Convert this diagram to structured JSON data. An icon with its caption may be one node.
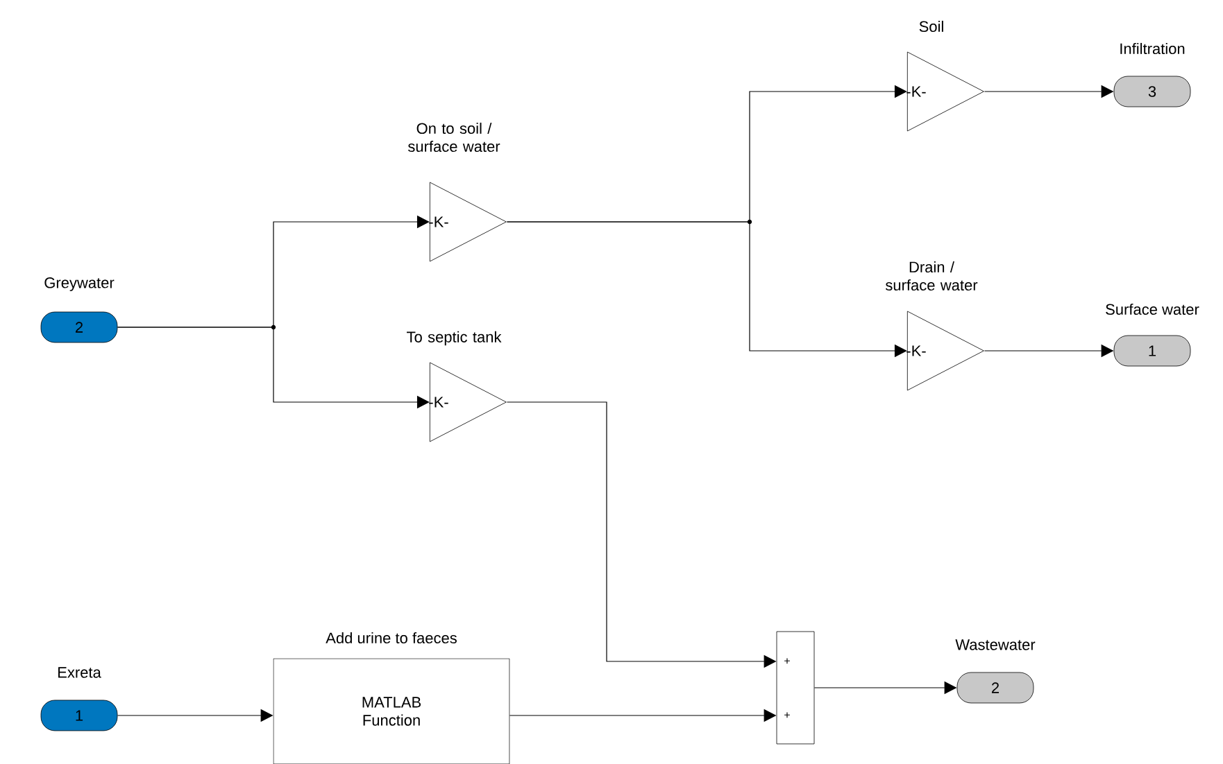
{
  "diagram": {
    "nodes": [
      {
        "text": [
          "Greywater",
          "2"
        ]
      },
      {
        "text": [
          "On to soil  /  surface water",
          "-K-"
        ]
      },
      {
        "text": [
          "To septic tank",
          "-K-"
        ]
      },
      {
        "text": [
          "Soil",
          "-K-"
        ]
      },
      {
        "text": [
          "Drain  / surface water",
          "-K-"
        ]
      },
      {
        "text": [
          "Infiltration",
          "3"
        ]
      },
      {
        "text": [
          "Surface water",
          "1"
        ]
      },
      {
        "text": [
          "Exreta",
          "1"
        ]
      },
      {
        "text": [
          "Add urine to faeces",
          "MATLAB Function"
        ]
      },
      {
        "text": [
          "+",
          "+"
        ]
      },
      {
        "text": [
          "Wastewater",
          "2"
        ]
      }
    ],
    "edges": [
      {
        "from": 0,
        "to": 1,
        "arrow": "to"
      },
      {
        "from": 0,
        "to": 2,
        "arrow": "to"
      },
      {
        "from": 1,
        "to": 3,
        "arrow": "to"
      },
      {
        "from": 1,
        "to": 4,
        "arrow": "to"
      },
      {
        "from": 3,
        "to": 5,
        "arrow": "to"
      },
      {
        "from": 4,
        "to": 6,
        "arrow": "to"
      },
      {
        "from": 2,
        "to": 9,
        "arrow": "to"
      },
      {
        "from": 7,
        "to": 8,
        "arrow": "to"
      },
      {
        "from": 8,
        "to": 9,
        "arrow": "to"
      },
      {
        "from": 9,
        "to": 10,
        "arrow": "to"
      }
    ]
  }
}
